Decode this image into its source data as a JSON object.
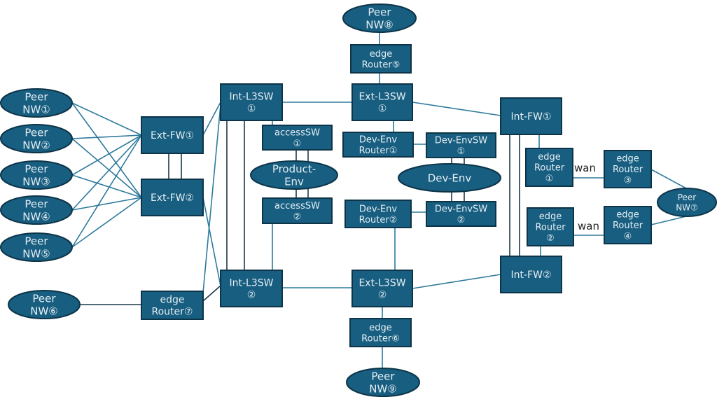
{
  "diagram": {
    "colors": {
      "node_fill": "#175e80",
      "node_border": "#0d3448",
      "link": "#2e7a9c",
      "link_dark": "#1c3a4a"
    },
    "nodes": {
      "peer1": [
        "Peer",
        "NW①"
      ],
      "peer2": [
        "Peer",
        "NW②"
      ],
      "peer3": [
        "Peer",
        "NW③"
      ],
      "peer4": [
        "Peer",
        "NW④"
      ],
      "peer5": [
        "Peer",
        "NW⑤"
      ],
      "peer6": [
        "Peer",
        "NW⑥"
      ],
      "peer7": [
        "Peer",
        "NW⑦"
      ],
      "peer8": [
        "Peer",
        "NW⑧"
      ],
      "peer9": [
        "Peer",
        "NW⑨"
      ],
      "extFW1": [
        "Ext-FW①"
      ],
      "extFW2": [
        "Ext-FW②"
      ],
      "edgeR7": [
        "edge",
        "Router⑦"
      ],
      "intL3SW1": [
        "Int-L3SW",
        "①"
      ],
      "intL3SW2": [
        "Int-L3SW",
        "②"
      ],
      "accessSW1": [
        "accessSW",
        "①"
      ],
      "accessSW2": [
        "accessSW",
        "②"
      ],
      "productEnv": [
        "Product-",
        "Env"
      ],
      "edgeR5": [
        "edge",
        "Router⑤"
      ],
      "extL3SW1": [
        "Ext-L3SW",
        "①"
      ],
      "extL3SW2": [
        "Ext-L3SW",
        "②"
      ],
      "edgeR6": [
        "edge",
        "Router⑥"
      ],
      "devEnvRouter1": [
        "Dev-Env",
        "Router①"
      ],
      "devEnvRouter2": [
        "Dev-Env",
        "Router②"
      ],
      "devEnvSW1": [
        "Dev-EnvSW",
        "①"
      ],
      "devEnvSW2": [
        "Dev-EnvSW",
        "②"
      ],
      "devEnv": [
        "Dev-Env"
      ],
      "intFW1": [
        "Int-FW①"
      ],
      "intFW2": [
        "Int-FW②"
      ],
      "edgeR1": [
        "edge",
        "Router",
        "①"
      ],
      "edgeR2": [
        "edge",
        "Router",
        "②"
      ],
      "edgeR3": [
        "edge",
        "Router",
        "③"
      ],
      "edgeR4": [
        "edge",
        "Router",
        "④"
      ]
    },
    "wan_labels": [
      "wan",
      "wan"
    ]
  }
}
